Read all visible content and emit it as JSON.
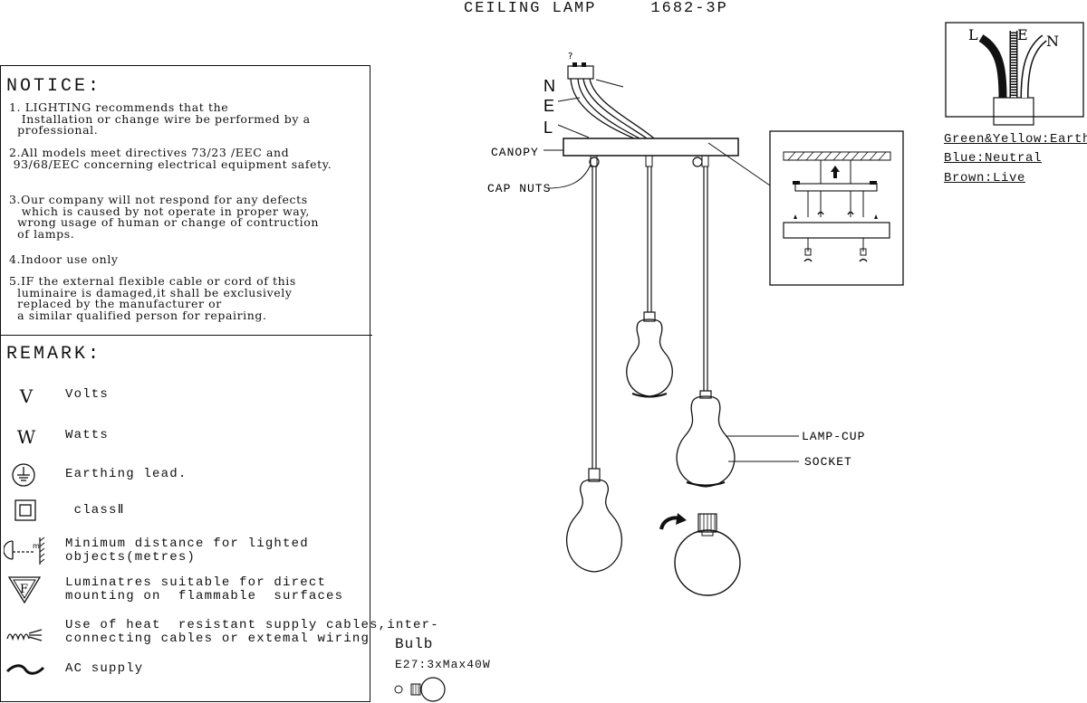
{
  "header": {
    "product": "CEILING  LAMP",
    "model": "1682-3P"
  },
  "notice": {
    "heading": "NOTICE:",
    "items": [
      "1. LIGHTING recommends that the\n   Installation or change wire be performed by a\n  professional.",
      "2.All models meet directives 73/23 /EEC and\n 93/68/EEC concerning electrical equipment safety.",
      "3.Our company will not respond for any defects\n   which is caused by not operate in proper way,\n  wrong usage of human or change of contruction\n  of lamps.",
      "4.Indoor use only",
      "5.IF the external flexible cable or cord of this\n  luminaire is damaged,it shall be exclusively\n  replaced by the manufacturer or\n  a similar qualified person for repairing."
    ]
  },
  "remark": {
    "heading": "REMARK:",
    "rows": [
      {
        "symbol": "V",
        "icon": "volts-icon",
        "label": "Volts"
      },
      {
        "symbol": "W",
        "icon": "watts-icon",
        "label": "Watts"
      },
      {
        "symbol": "",
        "icon": "earth-icon",
        "label": "Earthing lead."
      },
      {
        "symbol": "",
        "icon": "class-ii-icon",
        "label": " classⅡ"
      },
      {
        "symbol": "",
        "icon": "min-distance-icon",
        "label": "Minimum distance for lighted\nobjects(metres)"
      },
      {
        "symbol": "F",
        "icon": "flammable-surface-icon",
        "label": "Luminatres suitable for direct\nmounting on  flammable  surfaces"
      },
      {
        "symbol": "",
        "icon": "heat-cable-icon",
        "label": "Use of heat  resistant supply cables,inter-\nconnecting cables or extemal wiring"
      },
      {
        "symbol": "",
        "icon": "ac-supply-icon",
        "label": "AC supply"
      }
    ]
  },
  "wiring_legend": {
    "letters": {
      "live": "L",
      "earth": "E",
      "neutral": "N"
    },
    "lines": [
      "Green&Yellow:Earth",
      "Blue:Neutral",
      "Brown:Live"
    ]
  },
  "diagram": {
    "wire_labels": {
      "neutral": "N",
      "earth": "E",
      "live": "L"
    },
    "top_mark": "?",
    "canopy": "CANOPY",
    "cap_nuts": "CAP NUTS",
    "lamp_cup": "LAMP-CUP",
    "socket": "SOCKET",
    "bulb_title": "Bulb",
    "bulb_spec": "E27:3xMax40W"
  }
}
